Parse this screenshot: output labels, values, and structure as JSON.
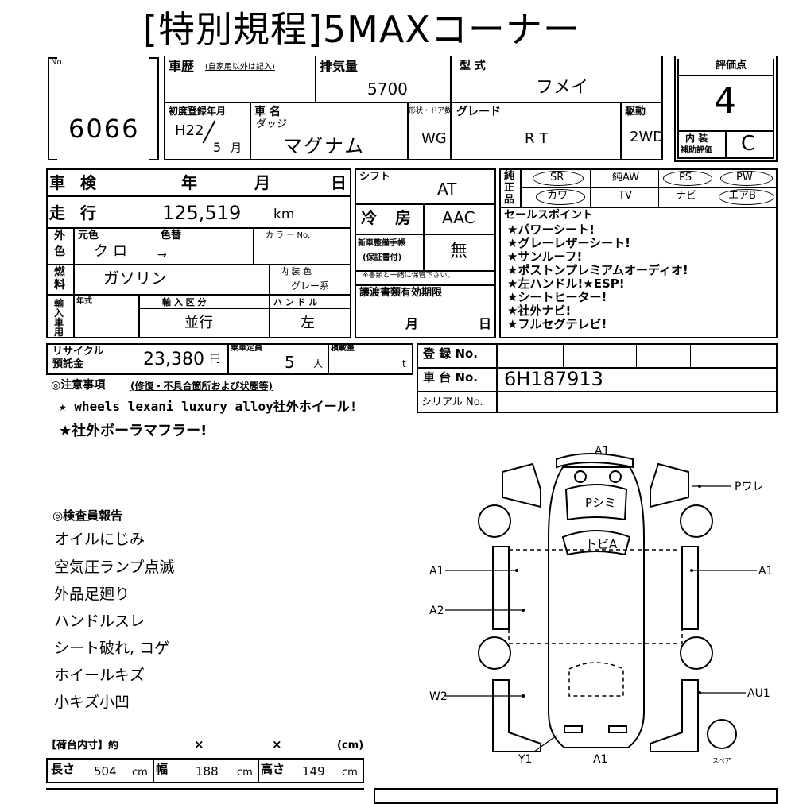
{
  "title": "[特別規程]5MAXコーナー",
  "lot": {
    "no_label": "No.",
    "number": "6066"
  },
  "vehicle": {
    "history_label": "車歴",
    "history_note": "(自家用以外は記入)",
    "displacement_label": "排気量",
    "displacement": "5700",
    "model_label": "型 式",
    "model": "フメイ",
    "first_reg_label": "初度登録年月",
    "first_reg_year": "H22",
    "first_reg_month": "5",
    "month_unit": "月",
    "name_label": "車 名",
    "maker": "ダッジ",
    "name": "マグナム",
    "shape_label": "形状・ドア数",
    "shape": "WG",
    "grade_label": "グレード",
    "grade": "R T",
    "drive_label": "駆動",
    "drive": "2WD"
  },
  "score": {
    "label": "評価点",
    "value": "4",
    "interior_label_1": "内 装",
    "interior_label_2": "補助評価",
    "interior_value": "C"
  },
  "inspection": {
    "label": "車 検",
    "year": "年",
    "month": "月",
    "day": "日"
  },
  "shift": {
    "label": "シフト",
    "value": "AT"
  },
  "mileage": {
    "label": "走 行",
    "value": "125,519",
    "unit": "km"
  },
  "aircon": {
    "label": "冷 房",
    "value": "AAC"
  },
  "color": {
    "label_1": "外",
    "label_2": "色",
    "original_label": "元色",
    "original": "クロ",
    "changed_label": "色替",
    "changed": "→",
    "color_no_label": "カ ラ ー No."
  },
  "fuel": {
    "label_1": "燃",
    "label_2": "料",
    "value": "ガソリン",
    "interior_color_label": "内 装 色",
    "interior_color": "グレー系"
  },
  "maintenance": {
    "label_1": "新車整備手帳",
    "label_2": "(保証書付)",
    "value": "無",
    "note": "※書類と一緒に保管下さい。"
  },
  "transfer": {
    "label": "譲渡書類有効期限",
    "month": "月",
    "day": "日"
  },
  "import": {
    "label": "輸入車用",
    "year_label": "年式",
    "division_label": "輸 入 区 分",
    "division": "並行",
    "handle_label": "ハ ン ド ル",
    "handle": "左"
  },
  "equipment": {
    "label": "純正品",
    "row1": [
      "SR",
      "純AW",
      "PS",
      "PW"
    ],
    "row2": [
      "カワ",
      "TV",
      "ナビ",
      "エアB"
    ]
  },
  "sales_points": {
    "label": "セールスポイント",
    "items": [
      "★パワーシート!",
      "★グレーレザーシート!",
      "★サンルーフ!",
      "★ポストンプレミアムオーディオ!",
      "★左ハンドル!★ESP!",
      "★シートヒーター!",
      "★社外ナビ!",
      "★フルセグテレビ!"
    ]
  },
  "recycle": {
    "label_1": "リサイクル",
    "label_2": "預託金",
    "amount": "23,380",
    "unit": "円",
    "capacity_label": "乗車定員",
    "capacity": "5",
    "capacity_unit": "人",
    "load_label": "積載量",
    "load_unit": "t"
  },
  "registration": {
    "reg_label": "登 録 No.",
    "chassis_label": "車 台 No.",
    "chassis": "6H187913",
    "serial_label": "シリアル No."
  },
  "notes": {
    "label": "◎注意事項",
    "label_note": "(修復・不具合箇所および状態等)",
    "lines": [
      "★ wheels lexani luxury alloy社外ホイール!",
      "★社外ボーラマフラー!"
    ]
  },
  "inspector": {
    "label": "◎検査員報告",
    "items": [
      "オイルにじみ",
      "空気圧ランプ点滅",
      "外品足廻り",
      "ハンドルスレ",
      "シート破れ, コゲ",
      "ホイールキズ",
      "小キズ小凹"
    ]
  },
  "cargo": {
    "label": "【荷台内寸】約",
    "x1": "×",
    "x2": "×",
    "unit_cm": "(cm)",
    "length_label": "長さ",
    "length": "504",
    "length_unit": "cm",
    "width_label": "幅",
    "width": "188",
    "width_unit": "cm",
    "height_label": "高さ",
    "height": "149",
    "height_unit": "cm"
  },
  "diagram": {
    "top": "A1",
    "roof": "Pシミ",
    "hood": "トビA",
    "right_top": "Pワレ",
    "left_mid1": "A1",
    "right_mid1": "A1",
    "left_mid2": "A2",
    "left_bottom": "W2",
    "right_bottom": "AU1",
    "bottom_left": "Y1",
    "bottom_center": "A1",
    "spare": "スペア"
  }
}
